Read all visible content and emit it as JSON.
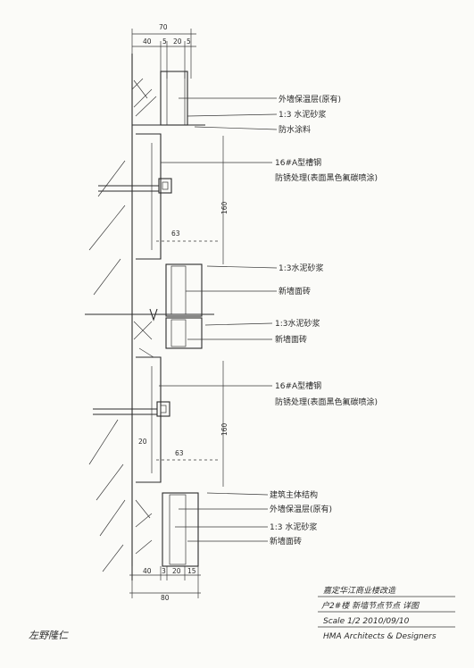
{
  "top_dims": {
    "total": "70",
    "segments": [
      "40",
      "5",
      "20",
      "5"
    ]
  },
  "bottom_dims": {
    "total": "80",
    "segments": [
      "40",
      "3",
      "20",
      "15"
    ]
  },
  "side_dims": {
    "upper_height": "160",
    "lower_height": "160",
    "upper_offset": "63",
    "lower_offset": "63",
    "small_20": "20"
  },
  "annotations": {
    "exterior_insulation_existing": "外墙保温层(原有)",
    "cement_mortar_top": "1:3 水泥砂浆",
    "waterproof_material": "防水涂料",
    "steel_channel_upper": "16#A型槽钢",
    "rust_treatment_upper": "防锈处理(表面黑色氟碳喷涂)",
    "cement_mortar_mid1": "1:3水泥砂浆",
    "new_wall_tile_mid1": "新墙面砖",
    "cement_mortar_mid2": "1:3水泥砂浆",
    "new_wall_tile_mid2": "新墙面砖",
    "steel_channel_lower": "16#A型槽钢",
    "rust_treatment_lower": "防锈处理(表面黑色氟碳喷涂)",
    "building_structure": "建筑主体结构",
    "exterior_insulation_bottom": "外墙保温层(原有)",
    "cement_mortar_bottom": "1:3 水泥砂浆",
    "new_wall_tile_bottom": "新墙面砖"
  },
  "title_block": {
    "project": "嘉定华江商业楼改造",
    "drawing": "户2#楼  新墙节点节点 详图",
    "scale_date": "Scale 1/2   2010/09/10",
    "firm": "HMA  Architects & Designers"
  },
  "signature": "左野隆仁"
}
